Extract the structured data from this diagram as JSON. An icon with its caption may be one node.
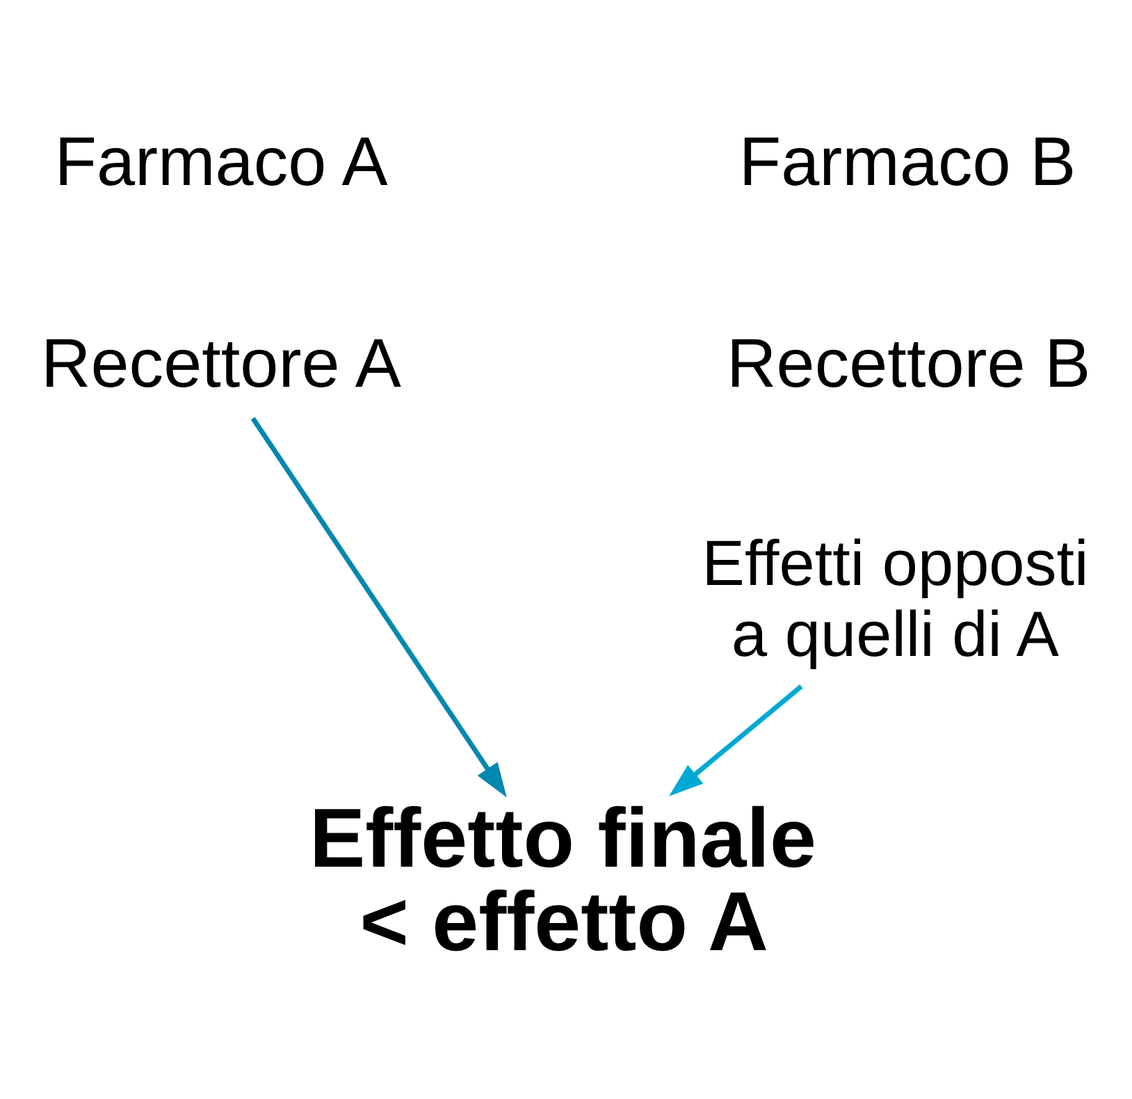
{
  "diagram": {
    "nodes": [
      {
        "text": [
          "Farmaco A"
        ]
      },
      {
        "text": [
          "Farmaco B"
        ]
      },
      {
        "text": [
          "Recettore A"
        ]
      },
      {
        "text": [
          "Recettore B"
        ]
      },
      {
        "text": [
          "Effetti opposti a quelli di A"
        ]
      },
      {
        "text": [
          "Effetto finale < effetto A"
        ]
      }
    ],
    "edges": [
      {
        "from": 2,
        "to": 5,
        "arrow": "to",
        "color": "#0088b0"
      },
      {
        "from": 4,
        "to": 5,
        "arrow": "to"
      }
    ]
  }
}
